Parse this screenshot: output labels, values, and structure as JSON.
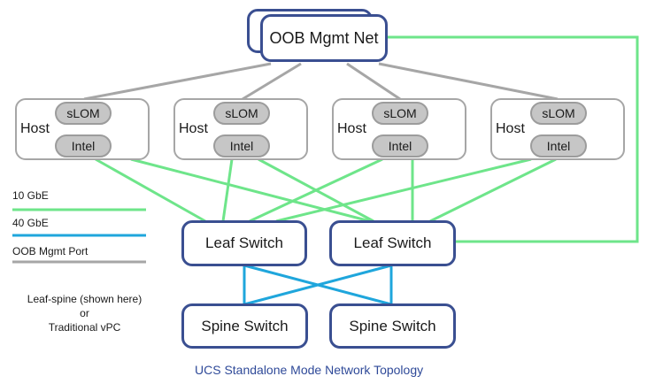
{
  "colors": {
    "ten_gbe": "#6ee58a",
    "forty_gbe": "#1fa6dc",
    "oob_port": "#a6a6a6",
    "box_border": "#3a4f91",
    "caption": "#2f4a99"
  },
  "oob": {
    "label": "OOB Mgmt Net"
  },
  "hosts": [
    {
      "label": "Host",
      "slom": "sLOM",
      "intel": "Intel"
    },
    {
      "label": "Host",
      "slom": "sLOM",
      "intel": "Intel"
    },
    {
      "label": "Host",
      "slom": "sLOM",
      "intel": "Intel"
    },
    {
      "label": "Host",
      "slom": "sLOM",
      "intel": "Intel"
    }
  ],
  "leaf_switches": [
    {
      "label": "Leaf Switch"
    },
    {
      "label": "Leaf Switch"
    }
  ],
  "spine_switches": [
    {
      "label": "Spine Switch"
    },
    {
      "label": "Spine Switch"
    }
  ],
  "legend": [
    {
      "label": "10 GbE",
      "color": "#6ee58a"
    },
    {
      "label": "40 GbE",
      "color": "#1fa6dc"
    },
    {
      "label": "OOB Mgmt Port",
      "color": "#a6a6a6"
    }
  ],
  "note": {
    "line1": "Leaf-spine (shown here)",
    "line2": "or",
    "line3": "Traditional vPC"
  },
  "caption": "UCS Standalone Mode Network Topology"
}
